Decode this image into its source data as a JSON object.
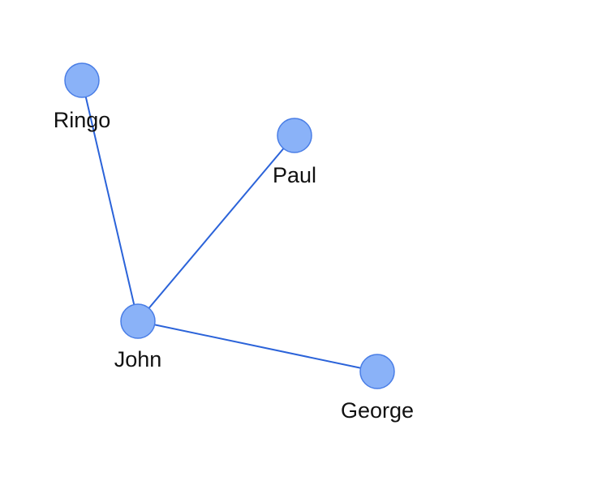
{
  "graph": {
    "nodes": [
      {
        "id": "ringo",
        "label": "Ringo"
      },
      {
        "id": "paul",
        "label": "Paul"
      },
      {
        "id": "john",
        "label": "John"
      },
      {
        "id": "george",
        "label": "George"
      }
    ],
    "edges": [
      {
        "from": "ringo",
        "to": "john"
      },
      {
        "from": "paul",
        "to": "john"
      },
      {
        "from": "john",
        "to": "george"
      }
    ],
    "colors": {
      "node_fill": "#8ab2f8",
      "node_stroke": "#4a7ee6",
      "edge": "#2b63d9",
      "label": "#111111"
    }
  }
}
